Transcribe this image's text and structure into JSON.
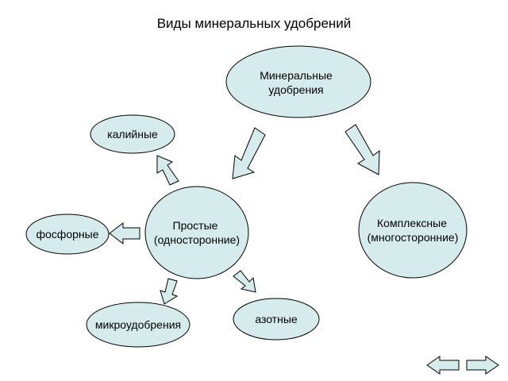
{
  "slide": {
    "title": "Виды минеральных удобрений"
  },
  "nodes": {
    "root": [
      "Минеральные",
      "удобрения"
    ],
    "simple": [
      "Простые",
      "(односторонние)"
    ],
    "complex": [
      "Комплексные",
      "(многосторонние)"
    ],
    "potash": [
      "калийные"
    ],
    "phosphate": [
      "фосфорные"
    ],
    "micro": [
      "микроудобрения"
    ],
    "nitrogen": [
      "азотные"
    ]
  },
  "colors": {
    "fill": "#d6ecec",
    "stroke": "#000000"
  },
  "nav": {
    "prev_icon": "arrow-left-icon",
    "next_icon": "arrow-right-icon"
  }
}
